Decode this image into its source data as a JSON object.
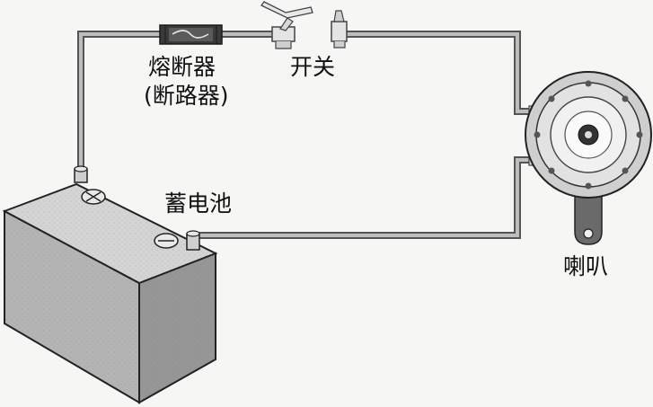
{
  "labels": {
    "fuse": "熔断器",
    "fuse_alt": "(断路器)",
    "switch": "开关",
    "battery": "蓄电池",
    "horn": "喇叭"
  },
  "components": [
    {
      "name": "fuse",
      "icon": "fuse-icon"
    },
    {
      "name": "switch",
      "icon": "knife-switch-icon"
    },
    {
      "name": "battery",
      "icon": "battery-icon"
    },
    {
      "name": "horn",
      "icon": "horn-icon"
    }
  ],
  "colors": {
    "wire": "#555555",
    "wire_inner": "#bdbdbd",
    "battery_top": "#d4d4d4",
    "battery_front": "#b4b4b4",
    "battery_side": "#969696"
  }
}
